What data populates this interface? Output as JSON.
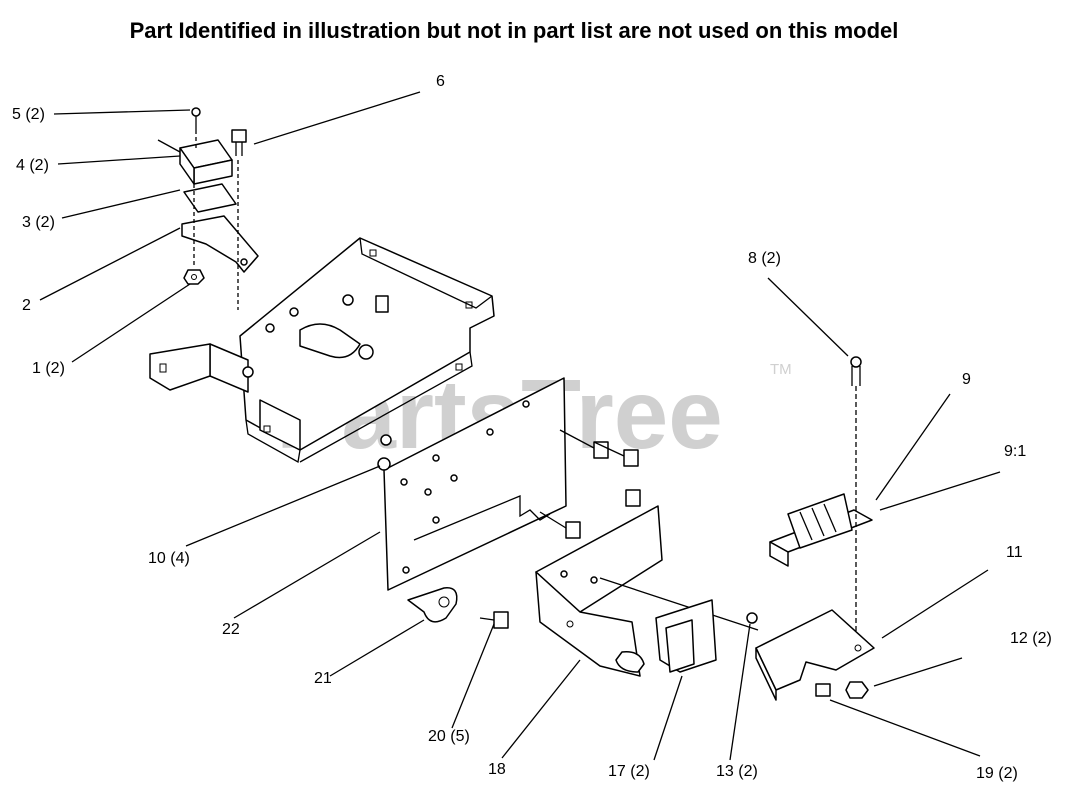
{
  "header": {
    "note": "Part Identified in illustration but not in part list are not used on this model"
  },
  "watermark": {
    "text": "PartsTree",
    "trademark": "TM"
  },
  "callouts": [
    {
      "id": "c-5",
      "text": "5 (2)"
    },
    {
      "id": "c-6",
      "text": "6"
    },
    {
      "id": "c-4",
      "text": "4 (2)"
    },
    {
      "id": "c-3",
      "text": "3 (2)"
    },
    {
      "id": "c-2",
      "text": "2"
    },
    {
      "id": "c-1",
      "text": "1 (2)"
    },
    {
      "id": "c-8",
      "text": "8 (2)"
    },
    {
      "id": "c-9",
      "text": "9"
    },
    {
      "id": "c-9-1",
      "text": "9:1"
    },
    {
      "id": "c-10",
      "text": "10 (4)"
    },
    {
      "id": "c-11",
      "text": "11"
    },
    {
      "id": "c-12",
      "text": "12 (2)"
    },
    {
      "id": "c-22",
      "text": "22"
    },
    {
      "id": "c-21",
      "text": "21"
    },
    {
      "id": "c-20",
      "text": "20 (5)"
    },
    {
      "id": "c-18",
      "text": "18"
    },
    {
      "id": "c-17",
      "text": "17 (2)"
    },
    {
      "id": "c-13",
      "text": "13 (2)"
    },
    {
      "id": "c-19",
      "text": "19 (2)"
    }
  ]
}
